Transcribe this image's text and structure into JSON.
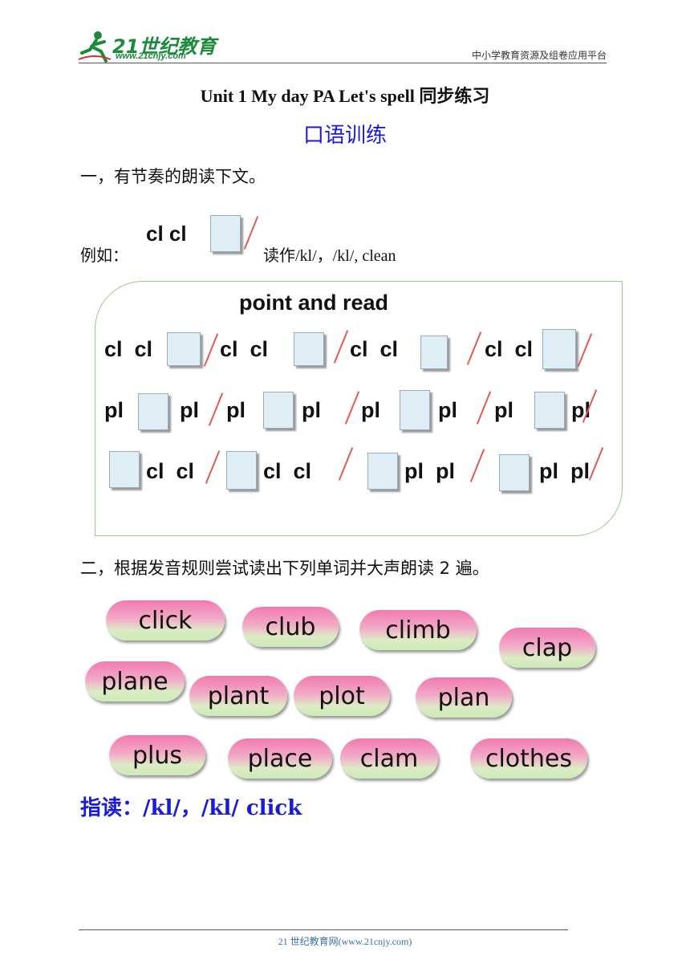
{
  "header": {
    "logo_text": "21世纪教育",
    "logo_url": "www.21cnjy.com",
    "right_text": "中小学教育资源及组卷应用平台"
  },
  "title": "Unit 1 My day PA Let's spell  同步练习",
  "section_title": "口语训练",
  "question1": {
    "text": "一，有节奏的朗读下文。",
    "example_label": "例如：",
    "example_syllables": "cl  cl",
    "example_read": "读作/kl/，/kl/, clean"
  },
  "panel": {
    "title": "point and read",
    "rows": [
      [
        "cl  cl",
        "cl  cl",
        "cl  cl",
        "cl  cl"
      ],
      [
        "pl",
        "pl",
        "pl",
        "pl",
        "pl",
        "pl",
        "pl",
        "pl"
      ],
      [
        "cl  cl",
        "cl  cl",
        "pl  pl",
        "pl  pl"
      ]
    ]
  },
  "question2": {
    "text": "二，根据发音规则尝试读出下列单词并大声朗读 2 遍。"
  },
  "words": [
    "click",
    "club",
    "climb",
    "clap",
    "plane",
    "plant",
    "plot",
    "plan",
    "plus",
    "place",
    "clam",
    "clothes"
  ],
  "pointer": "指读：/kl/，/kl/    click",
  "footer": "21 世纪教育网(www.21cnjy.com)",
  "colors": {
    "accent_blue": "#1a1adb",
    "logo_green": "#1b8a3a",
    "slash_red": "#e05a5a"
  }
}
